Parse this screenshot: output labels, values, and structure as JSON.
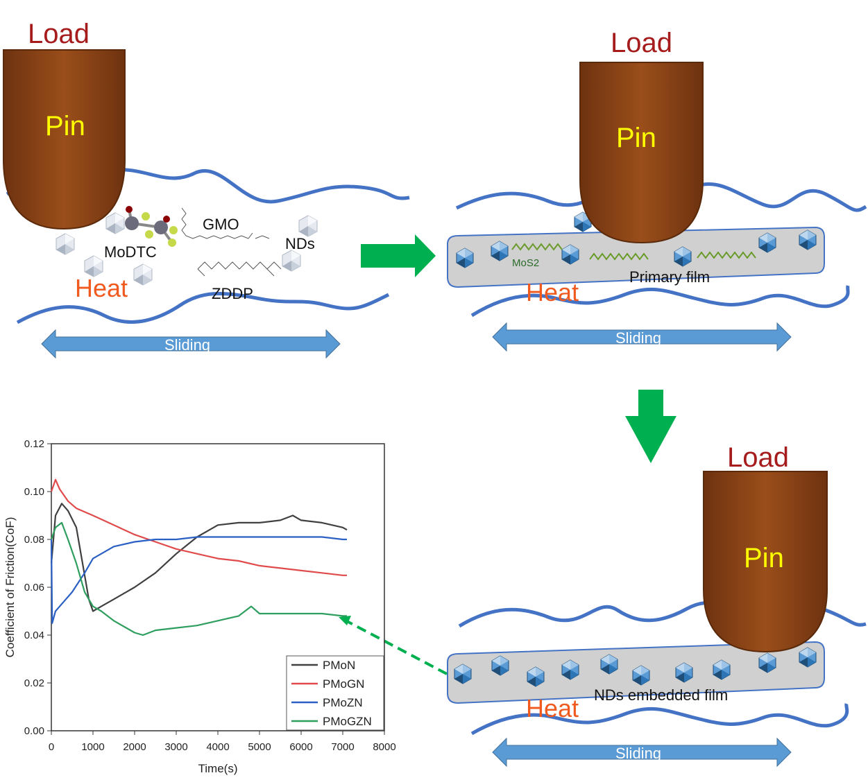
{
  "colors": {
    "pin_fill": "#8B4513",
    "pin_text": "#FFFF00",
    "load_text": "#A61C1C",
    "heat_text": "#F05A1E",
    "surface_line": "#4472C4",
    "sliding_arrow": "#5B9BD5",
    "process_arrow": "#00B050",
    "film_fill": "#D0D0D0",
    "film_border": "#4472C4"
  },
  "panel1": {
    "load": "Load",
    "pin": "Pin",
    "heat": "Heat",
    "sliding": "Sliding",
    "modtc": "MoDTC",
    "gmo": "GMO",
    "nds": "NDs",
    "zddp": "ZDDP"
  },
  "panel2": {
    "load": "Load",
    "pin": "Pin",
    "heat": "Heat",
    "sliding": "Sliding",
    "mos2": "MoS2",
    "film": "Primary film"
  },
  "panel3": {
    "load": "Load",
    "pin": "Pin",
    "heat": "Heat",
    "sliding": "Sliding",
    "film": "NDs embedded film"
  },
  "chart_data": {
    "type": "line",
    "xlabel": "Time(s)",
    "ylabel": "Coefficient of Friction(CoF)",
    "xlim": [
      0,
      8000
    ],
    "ylim": [
      0,
      0.12
    ],
    "xticks": [
      "0",
      "1000",
      "2000",
      "3000",
      "4000",
      "5000",
      "6000",
      "7000",
      "8000"
    ],
    "yticks": [
      "0.00",
      "0.02",
      "0.04",
      "0.06",
      "0.08",
      "0.10",
      "0.12"
    ],
    "legend_position": "bottom-right",
    "series": [
      {
        "name": "PMoN",
        "color": "#404040",
        "x": [
          0,
          100,
          250,
          400,
          600,
          800,
          900,
          1000,
          1200,
          1500,
          1800,
          2000,
          2500,
          3000,
          3500,
          4000,
          4500,
          5000,
          5500,
          5800,
          6000,
          6500,
          7000,
          7100
        ],
        "y": [
          0.07,
          0.09,
          0.095,
          0.092,
          0.085,
          0.065,
          0.055,
          0.05,
          0.052,
          0.055,
          0.058,
          0.06,
          0.066,
          0.074,
          0.081,
          0.086,
          0.087,
          0.087,
          0.088,
          0.09,
          0.088,
          0.087,
          0.085,
          0.084
        ]
      },
      {
        "name": "PMoGN",
        "color": "#E04A4A",
        "x": [
          0,
          100,
          200,
          400,
          600,
          1000,
          1500,
          2000,
          2500,
          3000,
          3500,
          4000,
          4500,
          5000,
          5500,
          6000,
          6500,
          7000,
          7100
        ],
        "y": [
          0.1,
          0.105,
          0.101,
          0.096,
          0.093,
          0.09,
          0.086,
          0.082,
          0.079,
          0.076,
          0.074,
          0.072,
          0.071,
          0.069,
          0.068,
          0.067,
          0.066,
          0.065,
          0.065
        ]
      },
      {
        "name": "PMoZN",
        "color": "#2A5FC4",
        "x": [
          0,
          20,
          100,
          300,
          500,
          800,
          1000,
          1500,
          2000,
          2500,
          3000,
          3500,
          4000,
          4500,
          5000,
          5500,
          6000,
          6500,
          7000,
          7100
        ],
        "y": [
          0.08,
          0.045,
          0.05,
          0.054,
          0.058,
          0.066,
          0.072,
          0.077,
          0.079,
          0.08,
          0.08,
          0.081,
          0.081,
          0.081,
          0.081,
          0.081,
          0.081,
          0.081,
          0.08,
          0.08
        ]
      },
      {
        "name": "PMoGZN",
        "color": "#2E9E5E",
        "x": [
          0,
          100,
          250,
          400,
          600,
          800,
          1000,
          1200,
          1500,
          2000,
          2200,
          2500,
          3000,
          3500,
          4000,
          4500,
          4800,
          5000,
          5500,
          6000,
          6500,
          7000,
          7100
        ],
        "y": [
          0.08,
          0.085,
          0.087,
          0.08,
          0.07,
          0.058,
          0.052,
          0.05,
          0.046,
          0.041,
          0.04,
          0.042,
          0.043,
          0.044,
          0.046,
          0.048,
          0.052,
          0.049,
          0.049,
          0.049,
          0.049,
          0.048,
          0.048
        ]
      }
    ]
  }
}
